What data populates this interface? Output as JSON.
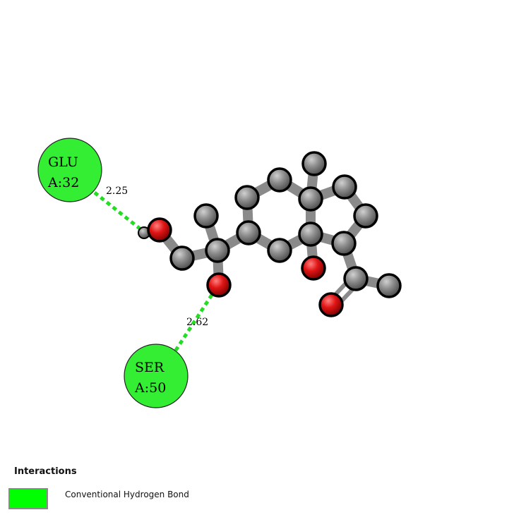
{
  "residues": [
    {
      "id": "glu",
      "name": "GLU",
      "chain_pos": "A:32",
      "color": "#33ee33"
    },
    {
      "id": "ser",
      "name": "SER",
      "chain_pos": "A:50",
      "color": "#33ee33"
    }
  ],
  "interactions": [
    {
      "residue": "glu",
      "distance": "2.25",
      "type": "Conventional Hydrogen Bond"
    },
    {
      "residue": "ser",
      "distance": "2.62",
      "type": "Conventional Hydrogen Bond"
    }
  ],
  "legend": {
    "title": "Interactions",
    "items": [
      {
        "label": "Conventional Hydrogen Bond",
        "color": "#00ff00"
      }
    ]
  },
  "colors": {
    "carbon": "#8c8c8c",
    "oxygen": "#e01010",
    "hbond": "#22dd22",
    "bond": "#7a7a7a"
  }
}
